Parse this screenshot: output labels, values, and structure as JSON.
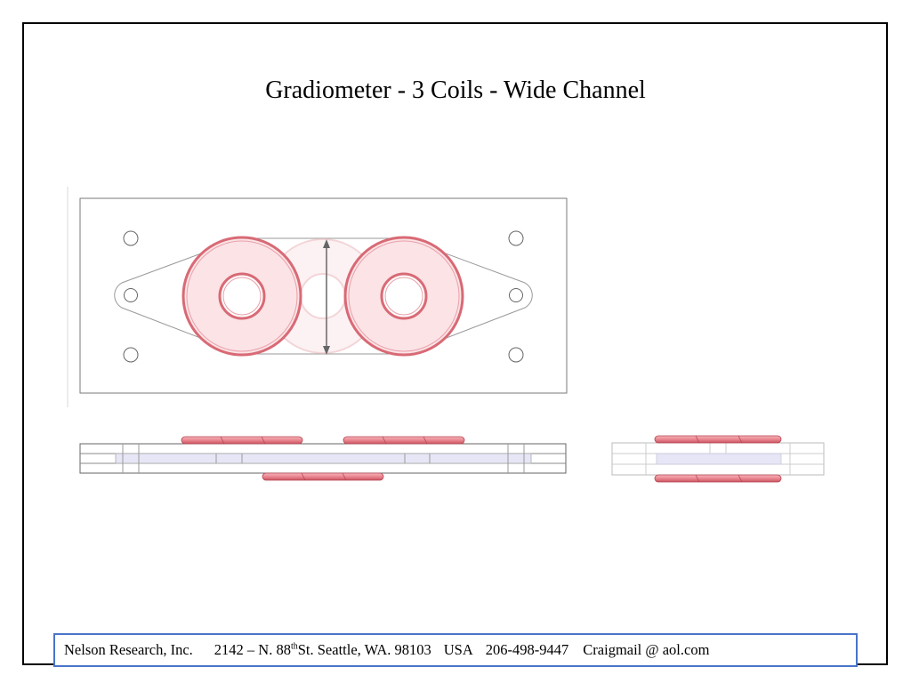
{
  "title": "Gradiometer - 3 Coils - Wide Channel",
  "footer": {
    "company": "Nelson Research, Inc.",
    "address_pre": "2142 –  N. 88",
    "address_sup": "th",
    "address_post": " St. Seattle, WA. 98103",
    "country": "USA",
    "phone": "206-498-9447",
    "email": "Craigmail @ aol.com"
  },
  "colors": {
    "coil_fill": "#fbe3e6",
    "coil_edge": "#e07a84",
    "coil_dark": "#c8505c",
    "line": "#8a8a8a",
    "channel": "#e6e6f6",
    "footer_border": "#4a74c9"
  }
}
